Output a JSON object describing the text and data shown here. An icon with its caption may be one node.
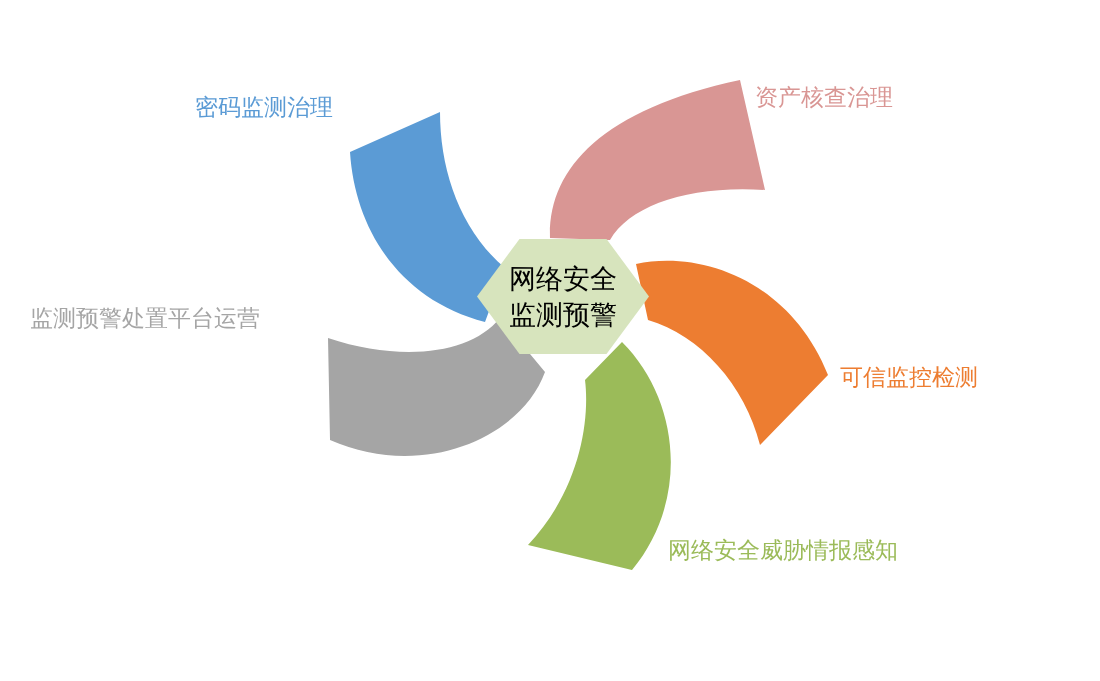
{
  "diagram": {
    "nodes": [
      {
        "text": [
          "网络安全监测预警"
        ]
      },
      {
        "text": [],
        "shape": "blade",
        "beside": [
          "密码监测治理"
        ]
      },
      {
        "text": [],
        "shape": "blade",
        "beside": [
          "资产核查治理"
        ]
      },
      {
        "text": [],
        "shape": "blade",
        "beside": [
          "监测预警处置平台运营"
        ]
      },
      {
        "text": [],
        "shape": "blade",
        "beside": [
          "可信监控检测"
        ]
      },
      {
        "text": [],
        "shape": "blade",
        "beside": [
          "网络安全威胁情报感知"
        ]
      }
    ]
  }
}
